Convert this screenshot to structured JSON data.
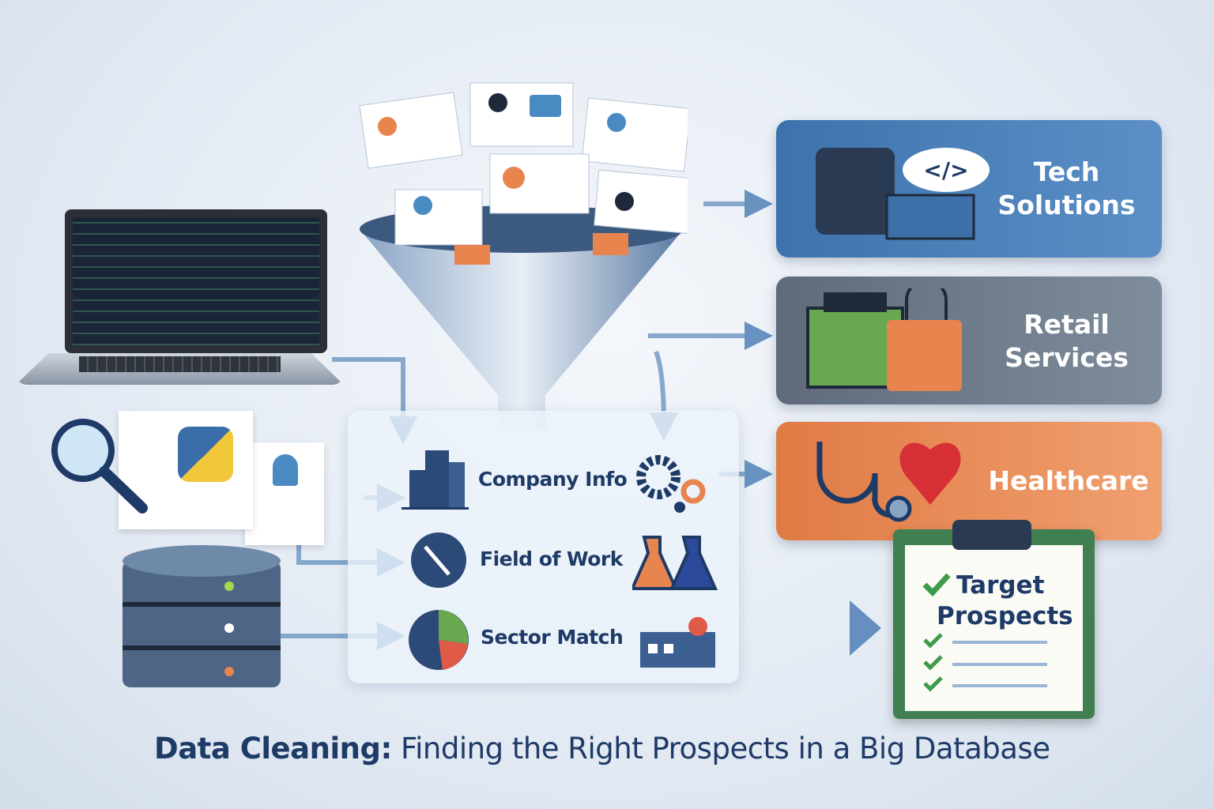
{
  "title": {
    "bold": "Data Cleaning:",
    "rest": " Finding the Right Prospects in a Big Database"
  },
  "filters": [
    {
      "label": "Company Info",
      "icon": "building-icon"
    },
    {
      "label": "Field of Work",
      "icon": "globe-tools-icon"
    },
    {
      "label": "Sector Match",
      "icon": "pie-chart-icon"
    }
  ],
  "categories": [
    {
      "line1": "Tech",
      "line2": "Solutions",
      "color": "#4a80b8"
    },
    {
      "line1": "Retail",
      "line2": "Services",
      "color": "#6f7c8d"
    },
    {
      "line1": "Healthcare",
      "line2": "",
      "color": "#e8844e"
    }
  ],
  "result": {
    "line1": "Target",
    "line2": "Prospects"
  },
  "code_symbol": "</>"
}
